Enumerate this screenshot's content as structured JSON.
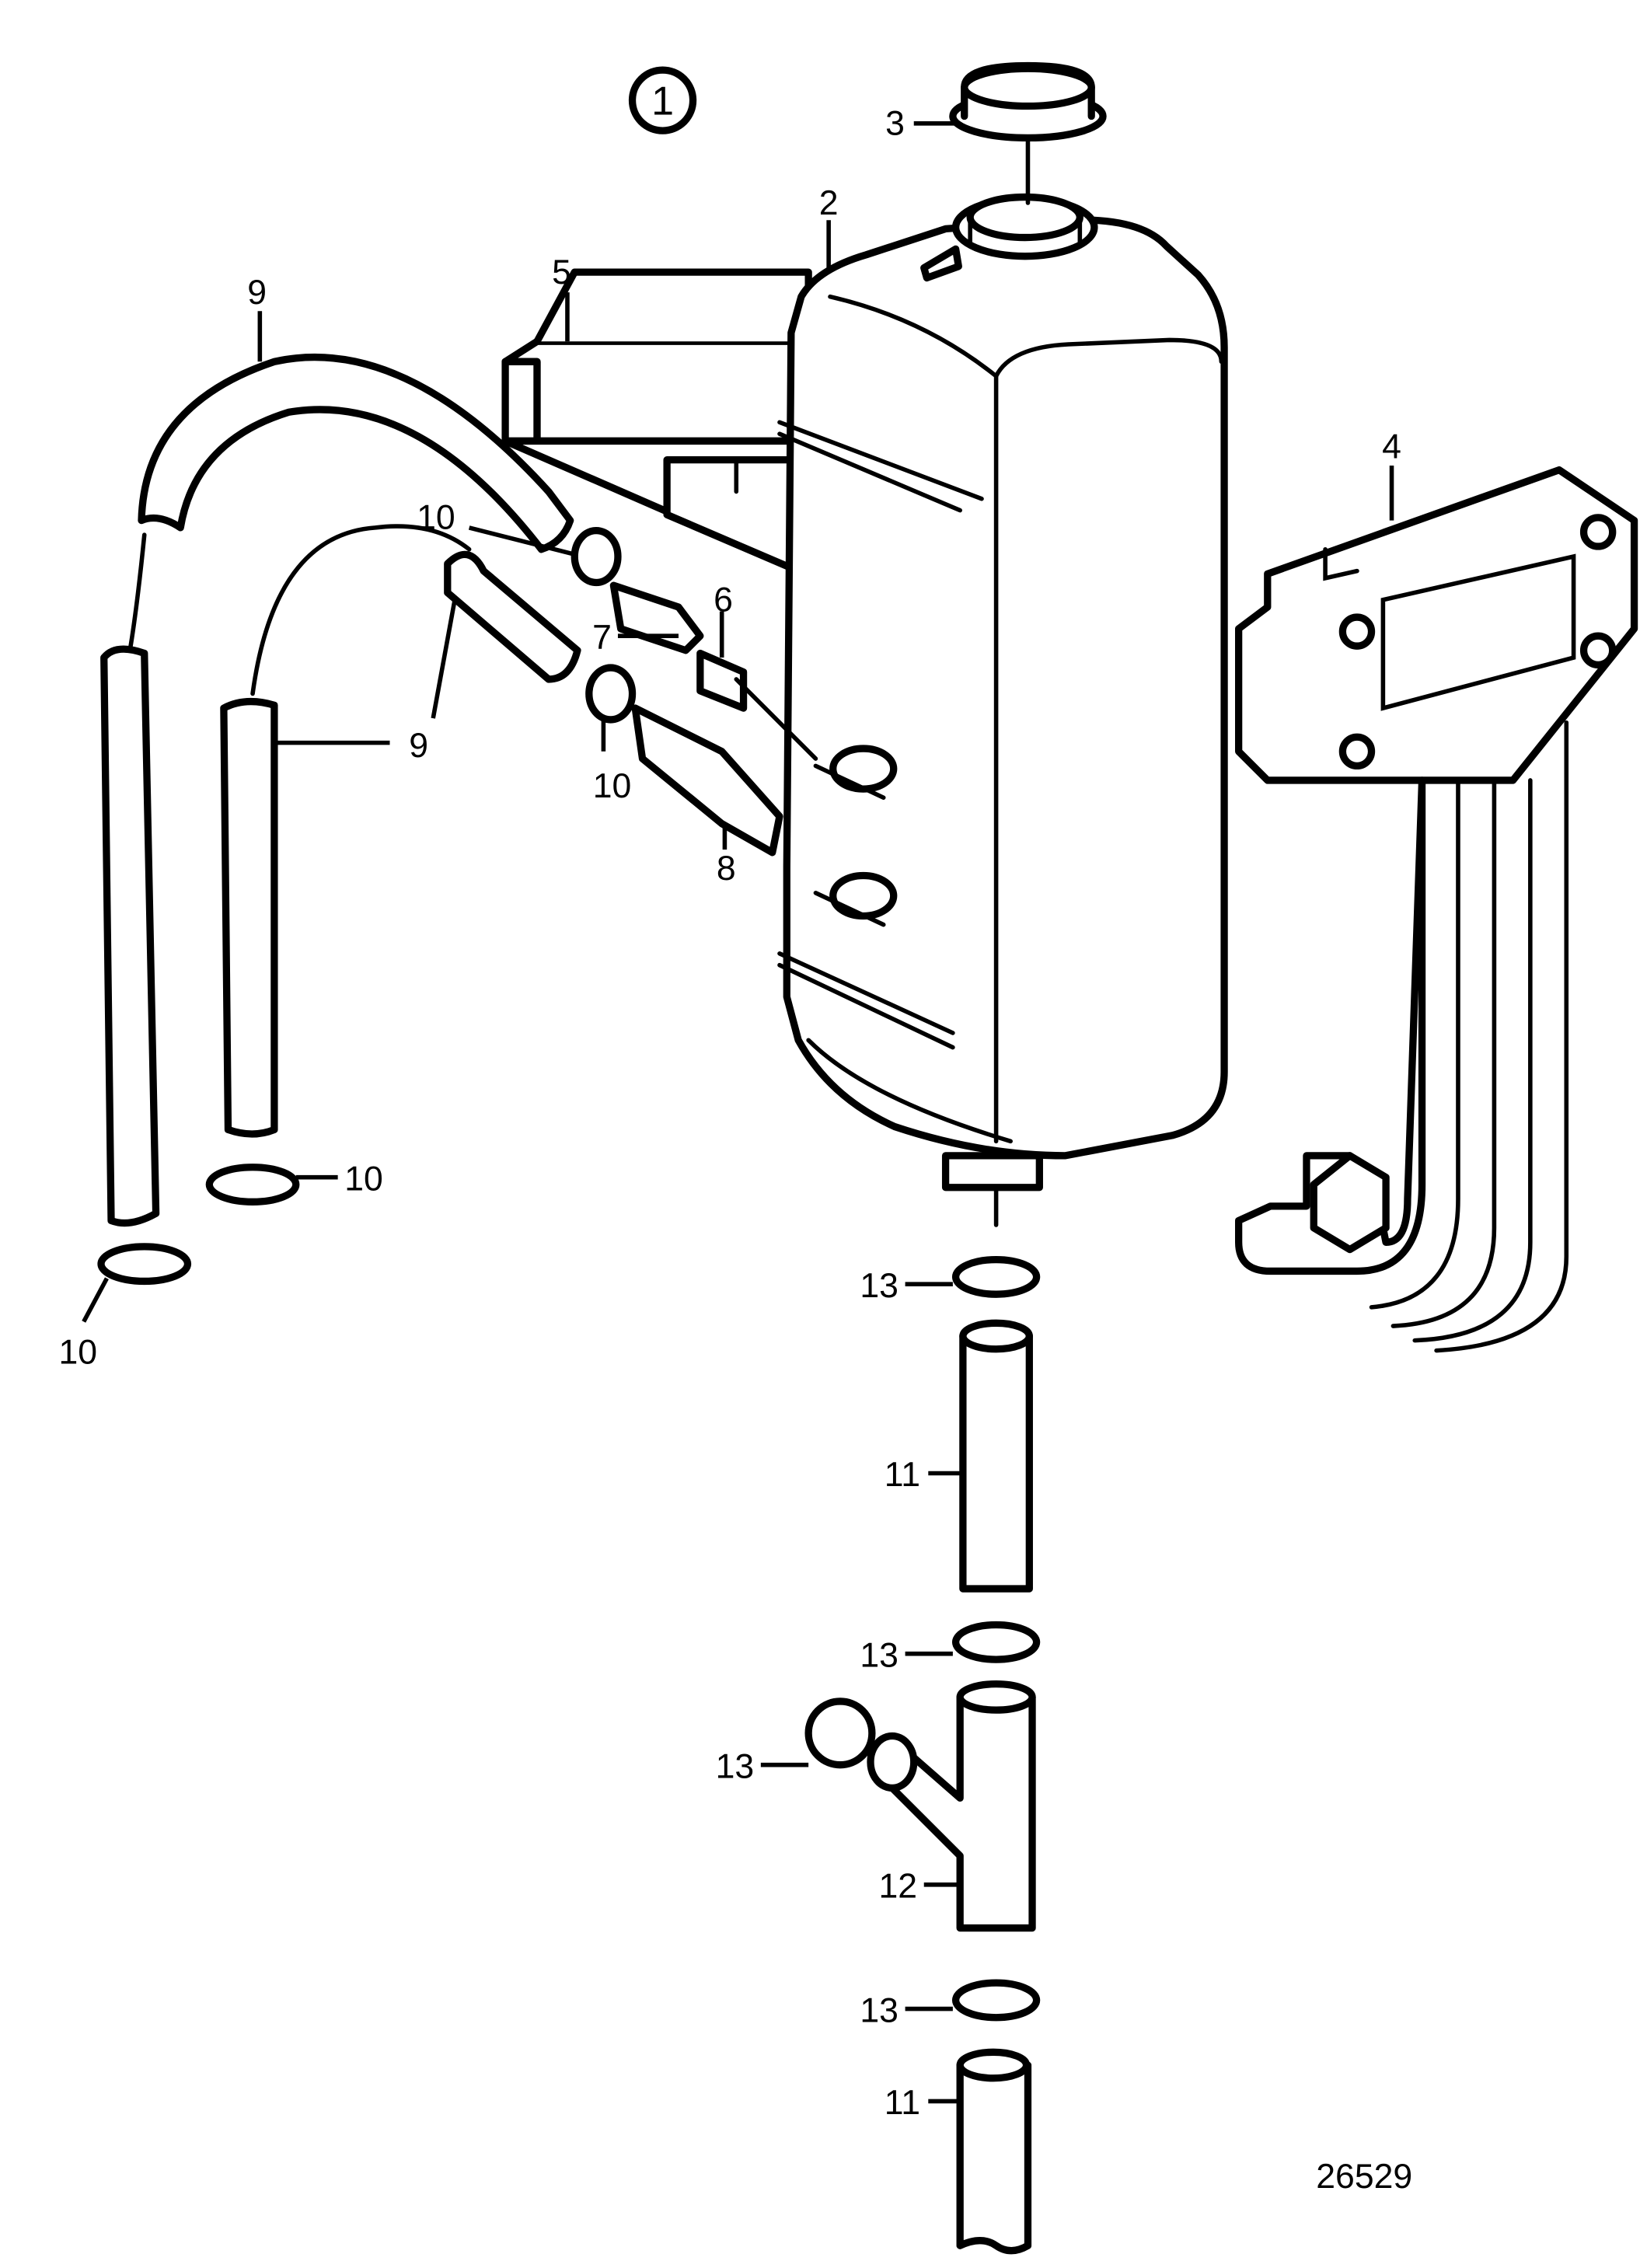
{
  "figure_marker": "1",
  "drawing_number": "26529",
  "callouts": [
    {
      "id": "c3",
      "label": "3"
    },
    {
      "id": "c2",
      "label": "2"
    },
    {
      "id": "c5",
      "label": "5"
    },
    {
      "id": "c9a",
      "label": "9"
    },
    {
      "id": "c4",
      "label": "4"
    },
    {
      "id": "c10a",
      "label": "10"
    },
    {
      "id": "c6",
      "label": "6"
    },
    {
      "id": "c7",
      "label": "7"
    },
    {
      "id": "c9b",
      "label": "9"
    },
    {
      "id": "c10b",
      "label": "10"
    },
    {
      "id": "c8",
      "label": "8"
    },
    {
      "id": "c10c",
      "label": "10"
    },
    {
      "id": "c10d",
      "label": "10"
    },
    {
      "id": "c13a",
      "label": "13"
    },
    {
      "id": "c11a",
      "label": "11"
    },
    {
      "id": "c13b",
      "label": "13"
    },
    {
      "id": "c13c",
      "label": "13"
    },
    {
      "id": "c12",
      "label": "12"
    },
    {
      "id": "c13d",
      "label": "13"
    },
    {
      "id": "c11b",
      "label": "11"
    }
  ]
}
